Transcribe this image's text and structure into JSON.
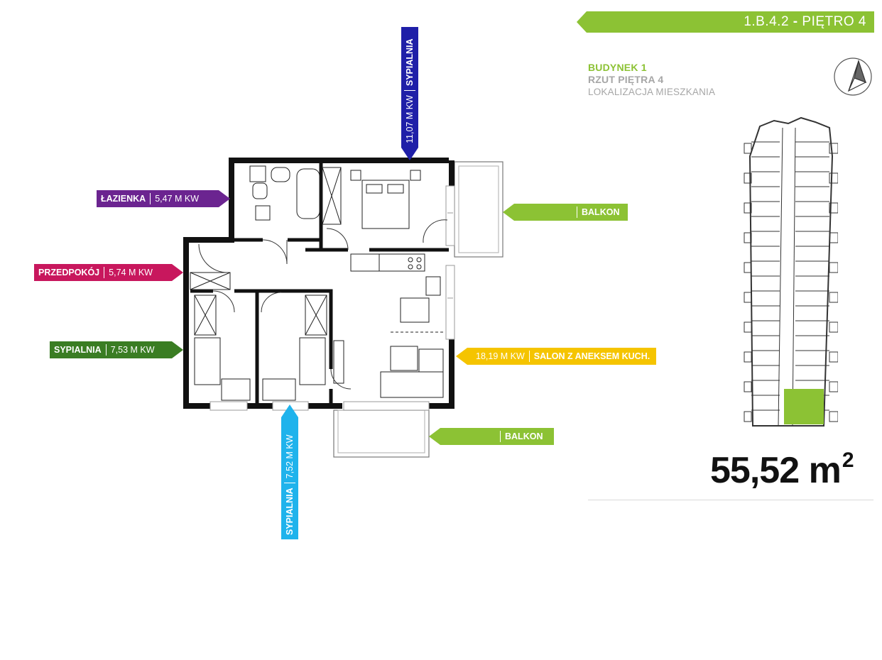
{
  "header": {
    "apartment_code": "1.B.4.2",
    "separator": " - ",
    "floor_label": "PIĘTRO 4",
    "building": "BUDYNEK 1",
    "floor_plan": "RZUT PIĘTRA 4",
    "location": "LOKALIZACJA MIESZKANIA"
  },
  "total_area": {
    "value": "55,52",
    "unit": "m",
    "exponent": "2"
  },
  "rooms": {
    "bedroom_top": {
      "name": "SYPIALNIA",
      "area": "11,07 M KW",
      "color": "#1f1fa8"
    },
    "bathroom": {
      "name": "ŁAZIENKA",
      "area": "5,47 M KW",
      "color": "#6b2490"
    },
    "hallway": {
      "name": "PRZEDPOKÓJ",
      "area": "5,74 M KW",
      "color": "#c8175d"
    },
    "bedroom_left": {
      "name": "SYPIALNIA",
      "area": "7,53 M KW",
      "color": "#3a7d23"
    },
    "bedroom_bottom": {
      "name": "SYPIALNIA",
      "area": "7,52 M KW",
      "color": "#1fb3ec"
    },
    "living": {
      "name": "SALON Z ANEKSEM KUCH.",
      "area": "18,19 M KW",
      "color": "#f5c400"
    },
    "balcony_right": {
      "name": "BALKON",
      "color": "#8cc234"
    },
    "balcony_bottom": {
      "name": "BALKON",
      "color": "#8cc234"
    }
  },
  "colors": {
    "accent_green": "#8cc234",
    "muted_gray": "#a6a6a6",
    "wall": "#111111"
  },
  "icons": {
    "compass": "north-arrow-icon"
  }
}
